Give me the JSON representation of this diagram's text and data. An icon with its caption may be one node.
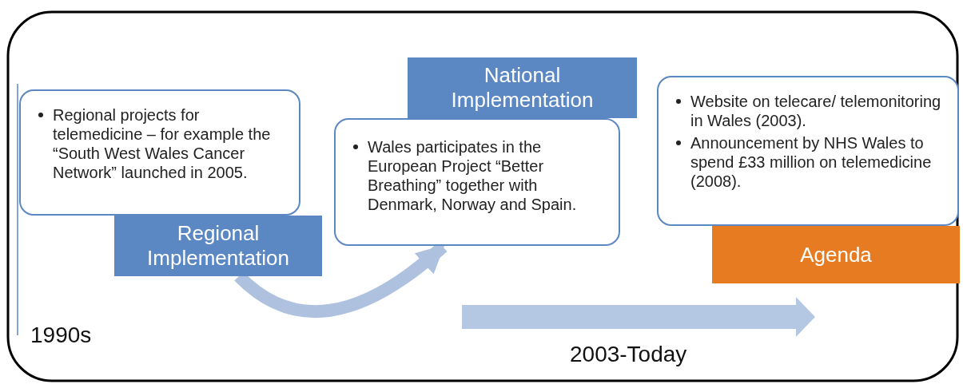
{
  "diagram": {
    "nodes": [
      {
        "text": [
          "Regional projects for telemedicine – for example the “South West Wales Cancer Network” launched in 2005."
        ]
      },
      {
        "text": [
          "Regional Implementation"
        ]
      },
      {
        "text": [
          "National Implementation"
        ]
      },
      {
        "text": [
          "Wales participates in the European Project “Better Breathing” together with Denmark, Norway and Spain."
        ]
      },
      {
        "text": [
          "Website on telecare/ telemonitoring in Wales (2003).",
          "Announcement by NHS Wales to spend £33 million on telemedicine (2008)."
        ]
      },
      {
        "text": [
          "Agenda"
        ]
      }
    ],
    "edges": [
      {
        "from": 1,
        "to": 3,
        "arrow": "to"
      }
    ],
    "labels": [
      "1990s",
      "2003-Today"
    ]
  }
}
